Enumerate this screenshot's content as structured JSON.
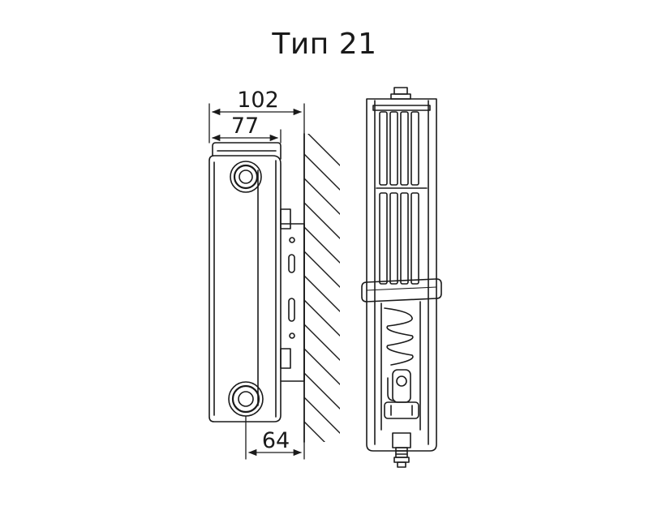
{
  "title": "Тип 21",
  "dimensions": {
    "overall_depth": "102",
    "panel_depth": "77",
    "connection_offset": "64"
  },
  "colors": {
    "stroke": "#1a1a1a",
    "background": "#ffffff"
  }
}
